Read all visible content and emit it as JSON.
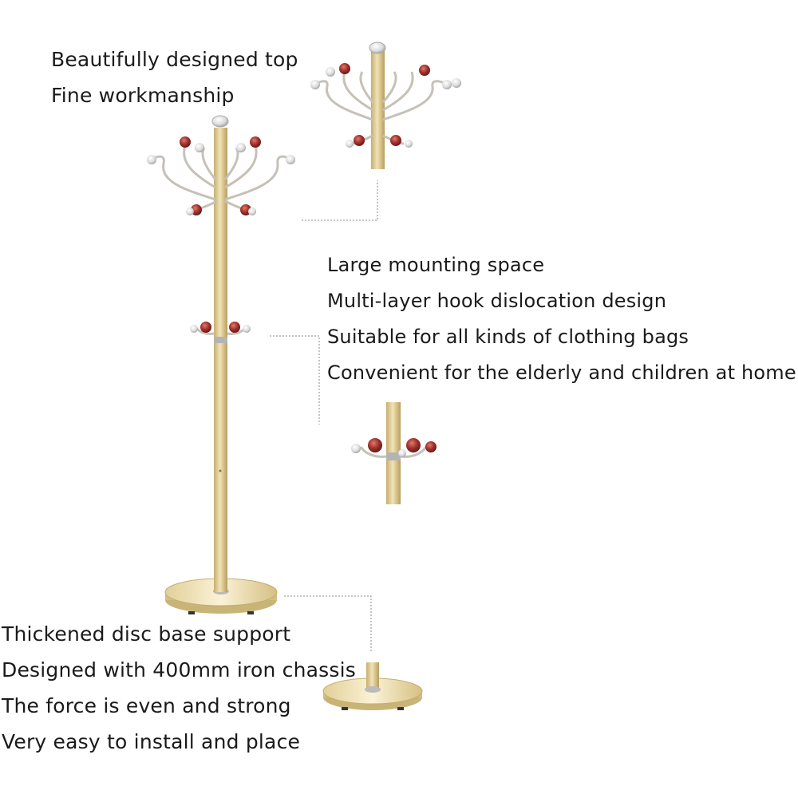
{
  "top_section": {
    "lines": [
      "Beautifully designed top",
      "Fine workmanship"
    ]
  },
  "middle_section": {
    "lines": [
      "Large mounting space",
      "Multi-layer hook dislocation design",
      "Suitable for all kinds of clothing bags",
      "Convenient for the elderly and children at home"
    ]
  },
  "base_section": {
    "lines": [
      "Thickened disc base support",
      "Designed with 400mm iron chassis",
      "The force is even and strong",
      "Very easy to install and place"
    ]
  },
  "colors": {
    "pole": "#d8c48c",
    "hook_metal": "#c9c4bc",
    "knob_red": "#8f2a2a",
    "base_wood": "#e6d6a4",
    "text": "#1a1a1a"
  }
}
